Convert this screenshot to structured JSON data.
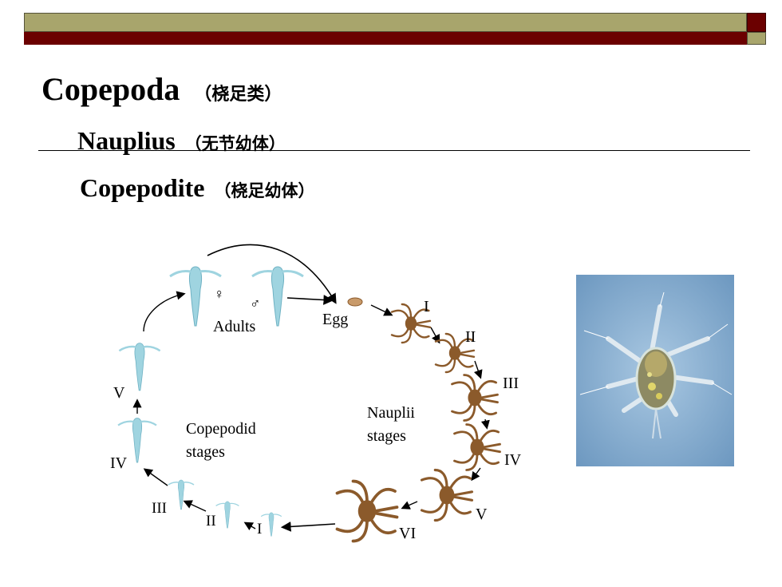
{
  "header": {
    "title": "Copepoda",
    "title_cn": "（桡足类）",
    "subtitle1": "Nauplius",
    "subtitle1_cn": "（无节幼体）",
    "subtitle2": "Copepodite",
    "subtitle2_cn": "（桡足幼体）"
  },
  "diagram": {
    "adults_label": "Adults",
    "female_symbol": "♀",
    "male_symbol": "♂",
    "egg_label": "Egg",
    "nauplii_label_line1": "Nauplii",
    "nauplii_label_line2": "stages",
    "copepodid_label_line1": "Copepodid",
    "copepodid_label_line2": "stages",
    "nauplius_stages": [
      "I",
      "II",
      "III",
      "IV",
      "V",
      "VI"
    ],
    "copepodid_stages": [
      "I",
      "II",
      "III",
      "IV",
      "V"
    ]
  },
  "colors": {
    "olive": "#a8a56c",
    "maroon": "#6b0000",
    "nauplius_brown": "#8b5a2b",
    "copepodid_blue": "#9fd4e0",
    "photo_bg": "#7fa9cc"
  }
}
